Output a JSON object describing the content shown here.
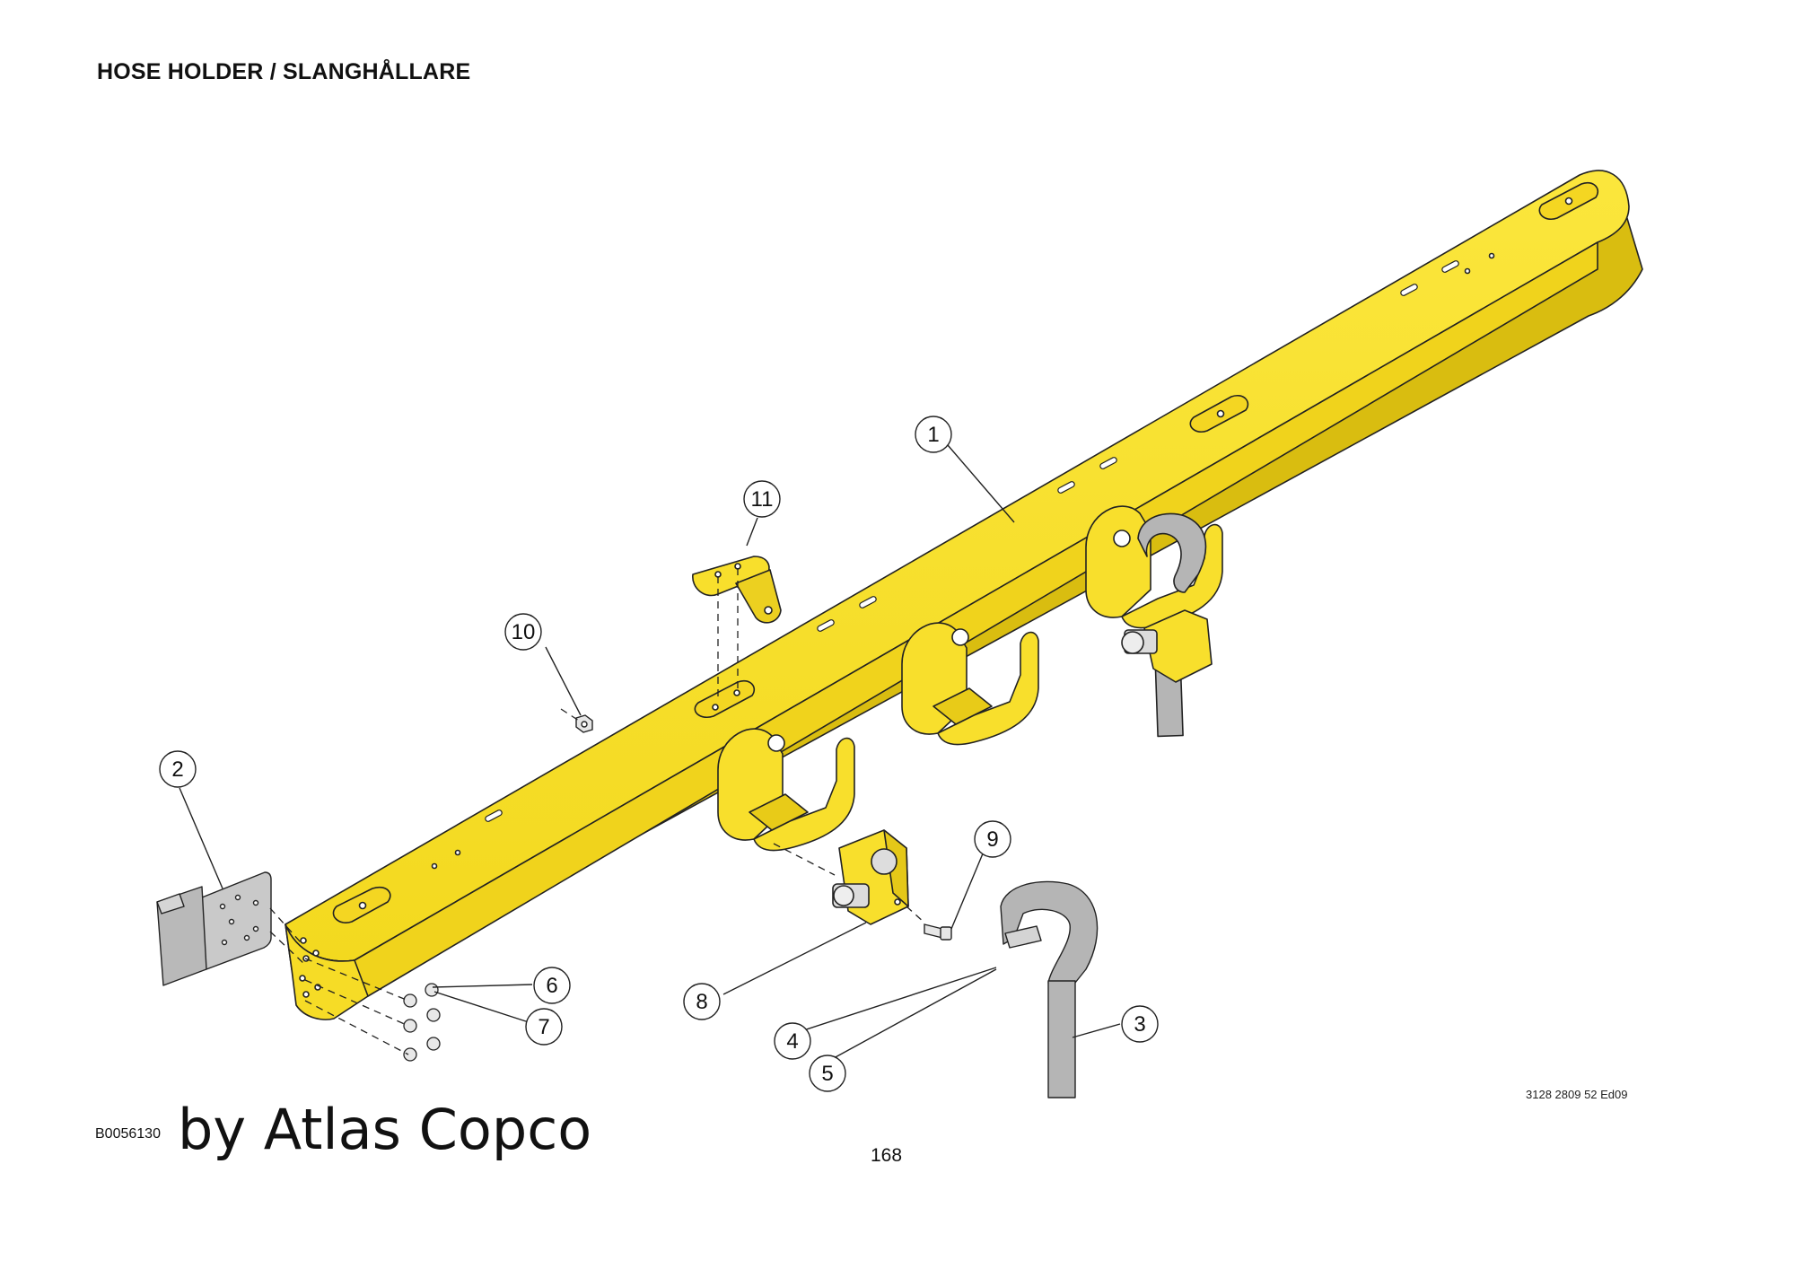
{
  "title": "HOSE HOLDER / SLANGHÅLLARE",
  "figure_code": "B0056130",
  "watermark": "by Atlas Copco",
  "document_number": "3128 2809 52 Ed09",
  "page_number": "168",
  "colors": {
    "part_yellow": "#f8df2c",
    "part_yellow_dark": "#d9bd10",
    "part_outline": "#222222",
    "strap_gray": "#b5b5b5",
    "bracket_gray": "#c9c9c9"
  },
  "callouts": [
    {
      "label": "1"
    },
    {
      "label": "2"
    },
    {
      "label": "3"
    },
    {
      "label": "4"
    },
    {
      "label": "5"
    },
    {
      "label": "6"
    },
    {
      "label": "7"
    },
    {
      "label": "8"
    },
    {
      "label": "9"
    },
    {
      "label": "10"
    },
    {
      "label": "11"
    }
  ]
}
